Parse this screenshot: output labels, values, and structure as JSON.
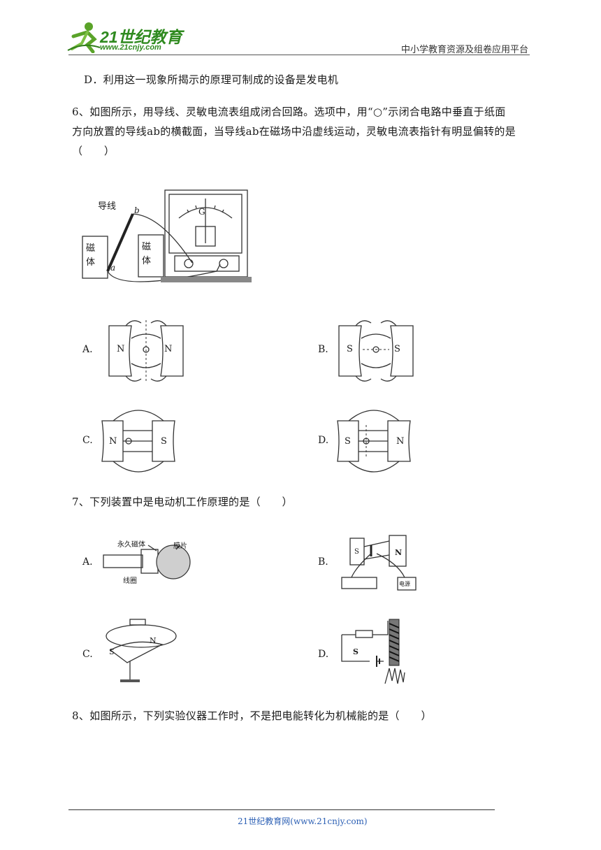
{
  "header": {
    "logo_main": "21世纪教育",
    "logo_url": "www.21cnjy.com",
    "right_text": "中小学教育资源及组卷应用平台"
  },
  "q5": {
    "option_d": "D．利用这一现象所揭示的原理可制成的设备是发电机"
  },
  "q6": {
    "line1": "6、如图所示，用导线、灵敏电流表组成闭合回路。选项中，用“○”示闭合电路中垂直于纸面",
    "line2": "方向放置的导线ab的横截面，当导线ab在磁场中沿虚线运动，灵敏电流表指针有明显偏转的是",
    "line3": "（　　）",
    "figure": {
      "label_wire": "导线",
      "label_magnet": "磁体",
      "label_magnet_right": "磁体",
      "label_a": "a",
      "label_b": "b",
      "label_g": "G"
    },
    "options": [
      {
        "label": "A.",
        "left_pole": "N",
        "right_pole": "N"
      },
      {
        "label": "B.",
        "left_pole": "S",
        "right_pole": "S"
      },
      {
        "label": "C.",
        "left_pole": "N",
        "right_pole": "S"
      },
      {
        "label": "D.",
        "left_pole": "S",
        "right_pole": "N"
      }
    ]
  },
  "q7": {
    "text": "7、下列装置中是电动机工作原理的是（　　）",
    "options": [
      {
        "label": "A.",
        "tags": [
          "永久磁体",
          "膜片",
          "线圈"
        ]
      },
      {
        "label": "B.",
        "tags": [
          "S",
          "N",
          "电源"
        ]
      },
      {
        "label": "C.",
        "tags": [
          "S",
          "N"
        ]
      },
      {
        "label": "D.",
        "tags": [
          "S"
        ]
      }
    ]
  },
  "q8": {
    "text": "8、如图所示，下列实验仪器工作时，不是把电能转化为机械能的是（　　）"
  },
  "footer": {
    "text": "21世纪教育网(www.21cnjy.com)"
  }
}
